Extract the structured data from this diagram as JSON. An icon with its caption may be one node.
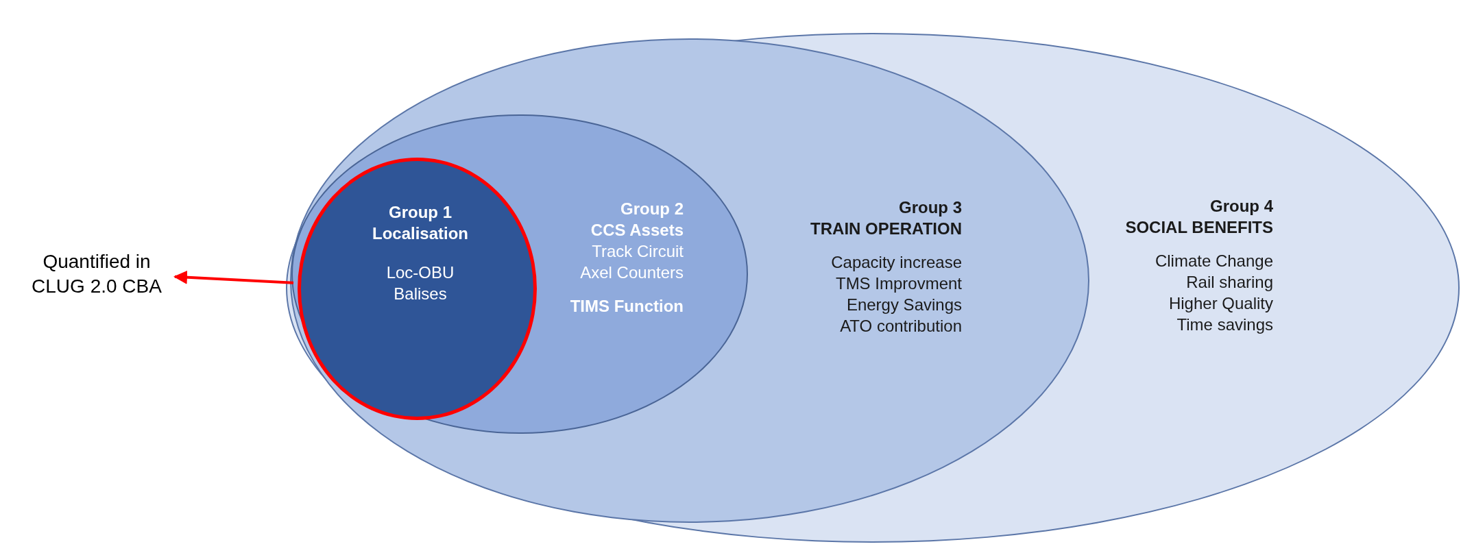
{
  "diagram": {
    "nodes": [
      {
        "text": [
          "Group 4",
          "SOCIAL BENEFITS",
          "Climate Change",
          "Rail sharing",
          "Higher Quality",
          "Time savings"
        ]
      },
      {
        "text": [
          "Group 3",
          "TRAIN OPERATION",
          "Capacity increase",
          "TMS Improvment",
          "Energy Savings",
          "ATO contribution"
        ],
        "in": 0
      },
      {
        "text": [
          "Group 2",
          "CCS Assets",
          "Track Circuit",
          "Axel Counters",
          "TIMS Function"
        ],
        "in": 1
      },
      {
        "text": [
          "Group 1",
          "Localisation",
          "Loc-OBU",
          "Balises"
        ],
        "in": 2
      },
      {
        "text": [
          "Quantified in CLUG 2.0 CBA"
        ]
      }
    ],
    "edges": [
      {
        "from": 3,
        "to": 4,
        "arrow": "to",
        "color": "#ff0000"
      }
    ]
  }
}
